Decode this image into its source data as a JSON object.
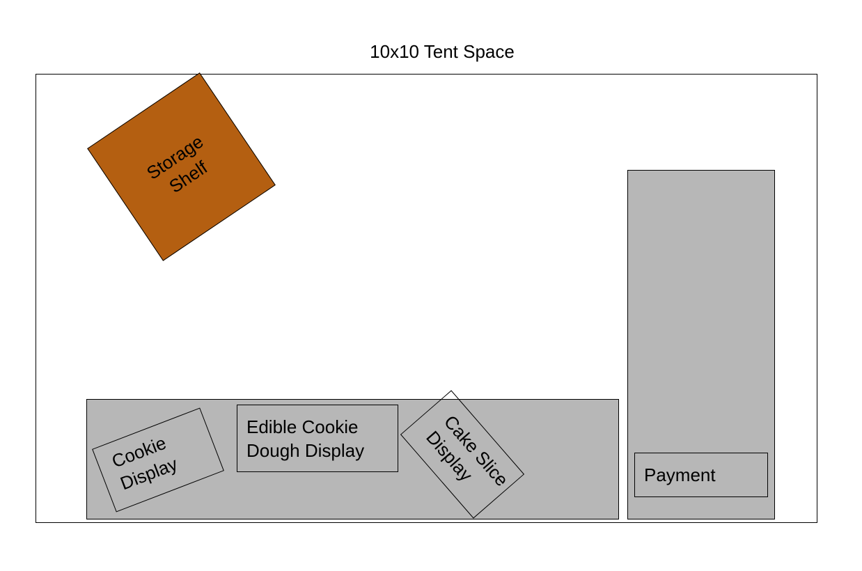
{
  "title": "10x10 Tent Space",
  "colors": {
    "background": "#ffffff",
    "outline": "#000000",
    "table_fill": "#b7b7b7",
    "shelf_fill": "#b45f11"
  },
  "items": {
    "storage_shelf": [
      "Storage",
      "Shelf"
    ],
    "cookie_display": [
      "Cookie",
      "Display"
    ],
    "edible_cookie_dough_display": [
      "Edible Cookie",
      "Dough Display"
    ],
    "cake_slice_display": [
      "Cake Slice",
      "Display"
    ],
    "payment": "Payment"
  }
}
